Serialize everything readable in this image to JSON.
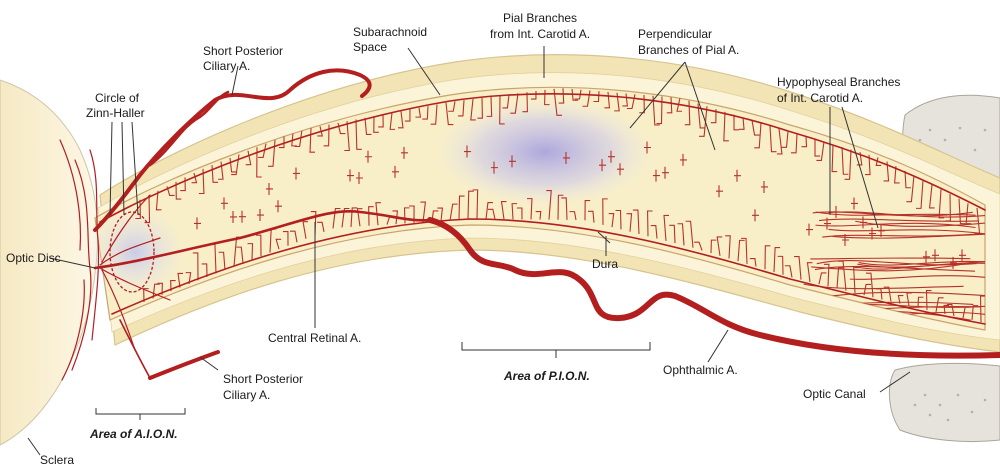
{
  "labels": {
    "short_posterior_ciliary_top": [
      "Short Posterior",
      "Ciliary A."
    ],
    "circle_of_zinn_haller": [
      "Circle of",
      "Zinn-Haller"
    ],
    "subarachnoid_space": [
      "Subarachnoid",
      "Space"
    ],
    "pial_branches": [
      "Pial Branches",
      "from Int. Carotid A."
    ],
    "perpendicular_branches": [
      "Perpendicular",
      "Branches of Pial A."
    ],
    "hypophyseal_branches": [
      "Hypophyseal Branches",
      "of Int. Carotid A."
    ],
    "optic_disc": "Optic Disc",
    "dura": "Dura",
    "central_retinal": "Central Retinal A.",
    "short_posterior_ciliary_bottom": [
      "Short Posterior",
      "Ciliary A."
    ],
    "ophthalmic": "Ophthalmic A.",
    "optic_canal": "Optic Canal",
    "sclera": "Sclera",
    "area_pion": "Area of P.I.O.N.",
    "area_aion": "Area of A.I.O.N."
  },
  "colors": {
    "artery": "#b31f1f",
    "nerve_fill": "#f7ecc4",
    "sheath": "#f4e7bd",
    "bone": "#e4e1da",
    "sclera": "#fbf3d8",
    "ischemia": "#b7b3e6"
  }
}
